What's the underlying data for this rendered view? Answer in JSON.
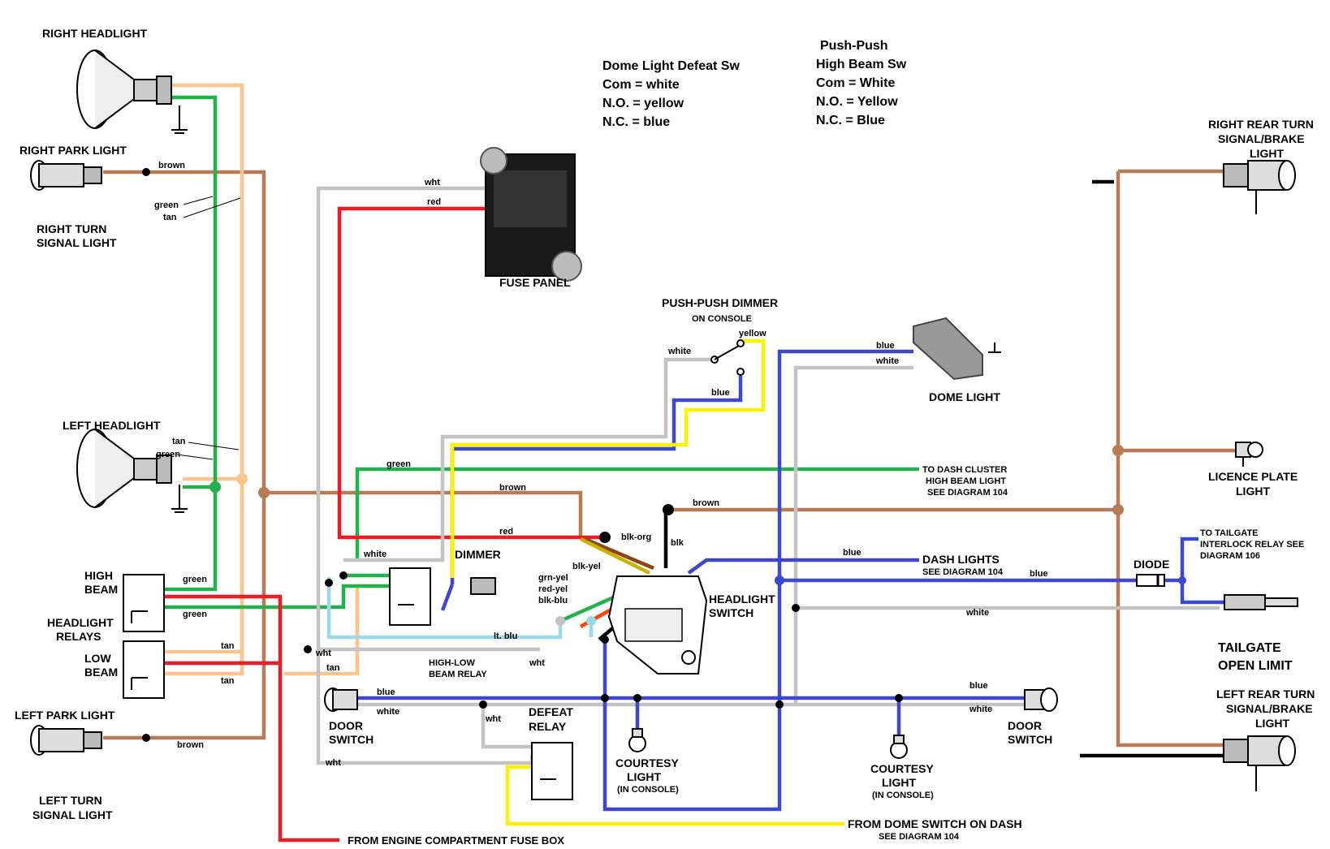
{
  "colors": {
    "green": "#22b14c",
    "tan": "#ffc48c",
    "brown": "#b97a56",
    "red": "#ed1c24",
    "white_wire": "#c3c3c3",
    "blue": "#3f48cc",
    "yellow": "#fff200",
    "lt_blu": "#99d9ea",
    "black": "#000000"
  },
  "notes": {
    "dome_defeat": [
      "Dome Light Defeat Sw",
      "Com = white",
      "N.O. = yellow",
      "N.C. = blue"
    ],
    "push_push": [
      "Push-Push",
      "High Beam Sw",
      "Com = White",
      "N.O. = Yellow",
      "N.C. = Blue"
    ]
  },
  "components": {
    "right_headlight": "RIGHT HEADLIGHT",
    "right_park": "RIGHT PARK LIGHT",
    "right_turn": [
      "RIGHT TURN",
      "SIGNAL LIGHT"
    ],
    "left_headlight": "LEFT HEADLIGHT",
    "high_beam": [
      "HIGH",
      "BEAM"
    ],
    "headlight_relays": [
      "HEADLIGHT",
      "RELAYS"
    ],
    "low_beam": [
      "LOW",
      "BEAM"
    ],
    "left_park": "LEFT PARK LIGHT",
    "left_turn": [
      "LEFT TURN",
      "SIGNAL LIGHT"
    ],
    "fuse_panel": "FUSE PANEL",
    "push_dimmer": "PUSH-PUSH DIMMER",
    "on_console": "ON CONSOLE",
    "dome_light": "DOME LIGHT",
    "dimmer": "DIMMER",
    "headlight_switch": [
      "HEADLIGHT",
      "SWITCH"
    ],
    "high_low_relay": [
      "HIGH-LOW",
      "BEAM RELAY"
    ],
    "door_switch": [
      "DOOR",
      "SWITCH"
    ],
    "defeat_relay": [
      "DEFEAT",
      "RELAY"
    ],
    "courtesy_left": [
      "COURTESY",
      "LIGHT",
      "(IN CONSOLE)"
    ],
    "courtesy_right": [
      "COURTESY",
      "LIGHT",
      "(IN CONSOLE)"
    ],
    "right_rear": [
      "RIGHT REAR TURN",
      "SIGNAL/BRAKE",
      "LIGHT"
    ],
    "licence": [
      "LICENCE PLATE",
      "LIGHT"
    ],
    "to_tailgate": [
      "TO TAILGATE",
      "INTERLOCK RELAY SEE",
      "DIAGRAM 106"
    ],
    "diode": "DIODE",
    "tailgate_open": [
      "TAILGATE",
      "OPEN LIMIT"
    ],
    "left_rear": [
      "LEFT REAR TURN",
      "SIGNAL/BRAKE",
      "LIGHT"
    ],
    "to_dash_cluster": [
      "TO DASH CLUSTER",
      "HIGH BEAM LIGHT",
      "SEE DIAGRAM 104"
    ],
    "dash_lights": [
      "DASH LIGHTS",
      "SEE DIAGRAM 104"
    ],
    "from_dome_switch": [
      "FROM DOME SWITCH ON DASH",
      "SEE DIAGRAM 104"
    ],
    "from_engine": "FROM ENGINE COMPARTMENT FUSE BOX"
  },
  "wire_labels": {
    "brown": "brown",
    "green": "green",
    "tan": "tan",
    "wht": "wht",
    "red": "red",
    "white": "white",
    "yellow": "yellow",
    "blue": "blue",
    "blk_org": "blk-org",
    "blk": "blk",
    "blk_yel": "blk-yel",
    "grn_yel": "grn-yel",
    "red_yel": "red-yel",
    "blk_blu": "blk-blu",
    "lt_blu": "lt. blu"
  }
}
